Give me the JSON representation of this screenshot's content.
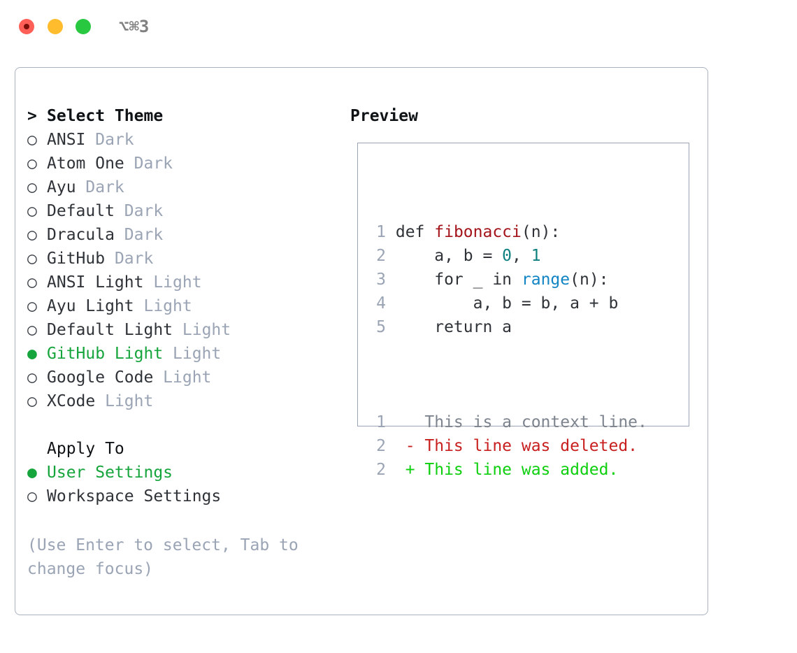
{
  "titlebar": {
    "shortcut": "⌥⌘3",
    "buttons": {
      "close": "close",
      "minimize": "minimize",
      "maximize": "maximize"
    }
  },
  "theme_picker": {
    "heading_marker": "> ",
    "heading": "Select Theme",
    "marker_unselected": "○ ",
    "marker_selected": "● ",
    "items": [
      {
        "name": "ANSI",
        "category": "Dark",
        "selected": false
      },
      {
        "name": "Atom One",
        "category": "Dark",
        "selected": false
      },
      {
        "name": "Ayu",
        "category": "Dark",
        "selected": false
      },
      {
        "name": "Default",
        "category": "Dark",
        "selected": false
      },
      {
        "name": "Dracula",
        "category": "Dark",
        "selected": false
      },
      {
        "name": "GitHub",
        "category": "Dark",
        "selected": false
      },
      {
        "name": "ANSI Light",
        "category": "Light",
        "selected": false
      },
      {
        "name": "Ayu Light",
        "category": "Light",
        "selected": false
      },
      {
        "name": "Default Light",
        "category": "Light",
        "selected": false
      },
      {
        "name": "GitHub Light",
        "category": "Light",
        "selected": true
      },
      {
        "name": "Google Code",
        "category": "Light",
        "selected": false
      },
      {
        "name": "XCode",
        "category": "Light",
        "selected": false
      }
    ]
  },
  "apply_to": {
    "heading_marker": "  ",
    "heading": "Apply To",
    "options": [
      {
        "label": "User Settings",
        "selected": true
      },
      {
        "label": "Workspace Settings",
        "selected": false
      }
    ]
  },
  "help": {
    "text": "(Use Enter to select, Tab to change focus)"
  },
  "preview": {
    "heading": "Preview",
    "code_lines": [
      {
        "num": "1",
        "tokens": [
          {
            "t": " def ",
            "k": "plain"
          },
          {
            "t": "fibonacci",
            "k": "fn"
          },
          {
            "t": "(n):",
            "k": "plain"
          }
        ]
      },
      {
        "num": "2",
        "tokens": [
          {
            "t": "     a, b = ",
            "k": "plain"
          },
          {
            "t": "0",
            "k": "num"
          },
          {
            "t": ", ",
            "k": "plain"
          },
          {
            "t": "1",
            "k": "num"
          }
        ]
      },
      {
        "num": "3",
        "tokens": [
          {
            "t": "     for _ in ",
            "k": "plain"
          },
          {
            "t": "range",
            "k": "call"
          },
          {
            "t": "(n):",
            "k": "plain"
          }
        ]
      },
      {
        "num": "4",
        "tokens": [
          {
            "t": "         a, b = b, a + b",
            "k": "plain"
          }
        ]
      },
      {
        "num": "5",
        "tokens": [
          {
            "t": "     return a",
            "k": "plain"
          }
        ]
      }
    ],
    "diff_lines": [
      {
        "num": "1",
        "sign": " ",
        "text": " This is a context line.",
        "kind": "context"
      },
      {
        "num": "2",
        "sign": "-",
        "text": " This line was deleted.",
        "kind": "deleted"
      },
      {
        "num": "2",
        "sign": "+",
        "text": " This line was added.",
        "kind": "added"
      }
    ]
  },
  "colors": {
    "selected_green": "#16a43c",
    "diff_added": "#0ecf0e",
    "diff_deleted": "#c81f1f",
    "diff_context": "#7d848e",
    "code_function": "#a3141b",
    "code_number": "#0f8080",
    "code_call": "#1184c4",
    "muted_text": "#9aa4b4",
    "panel_border": "#aab2c0",
    "traffic_close": "#ff5f57",
    "traffic_minimize": "#ffbd2e",
    "traffic_maximize": "#28c840"
  }
}
